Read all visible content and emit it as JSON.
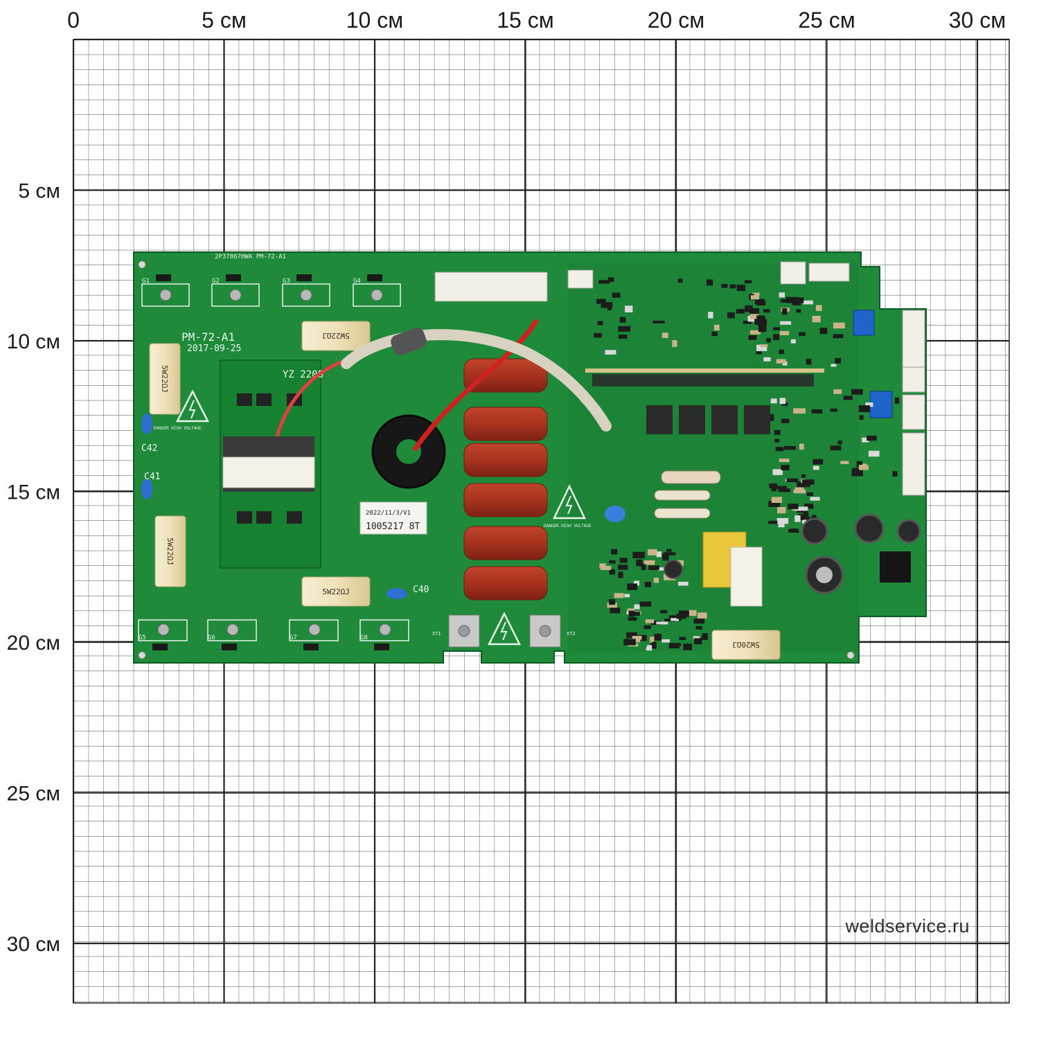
{
  "x_axis": {
    "labels": [
      "0",
      "5 см",
      "10 см",
      "15 см",
      "20 см",
      "25 см",
      "30 см"
    ]
  },
  "y_axis": {
    "labels": [
      "5 см",
      "10 см",
      "15 см",
      "20 см",
      "25 см",
      "30 см"
    ]
  },
  "watermark": "weldservice.ru",
  "board": {
    "top_code": "2P37867HWA  PM-72-A1",
    "model": "PM-72-A1",
    "date": "2017-09-25",
    "transformer_label": "YZ 2208",
    "sticker_code": "1005217 8T",
    "sticker_date": "2022/11/3/V1",
    "resistor_labels": [
      "5W22ΩJ",
      "5W22ΩJ",
      "5W22ΩJ",
      "5W22ΩJ",
      "5W20ΩJ"
    ],
    "capacitor_labels": [
      "C42",
      "C41",
      "C40"
    ],
    "warning_text": "DANGER HIGH VOLTAGE",
    "gate_labels": [
      "G1",
      "G2",
      "G3",
      "G4",
      "G5",
      "G6",
      "G7",
      "G8"
    ],
    "terminal_labels": [
      "XT1",
      "XT2"
    ],
    "colors": {
      "pcb": "#1f8a3a",
      "pcb_dark": "#15702c",
      "capacitor": "#a8321e",
      "resistor": "#efe2bb",
      "transformer": "#e9c63a"
    }
  }
}
